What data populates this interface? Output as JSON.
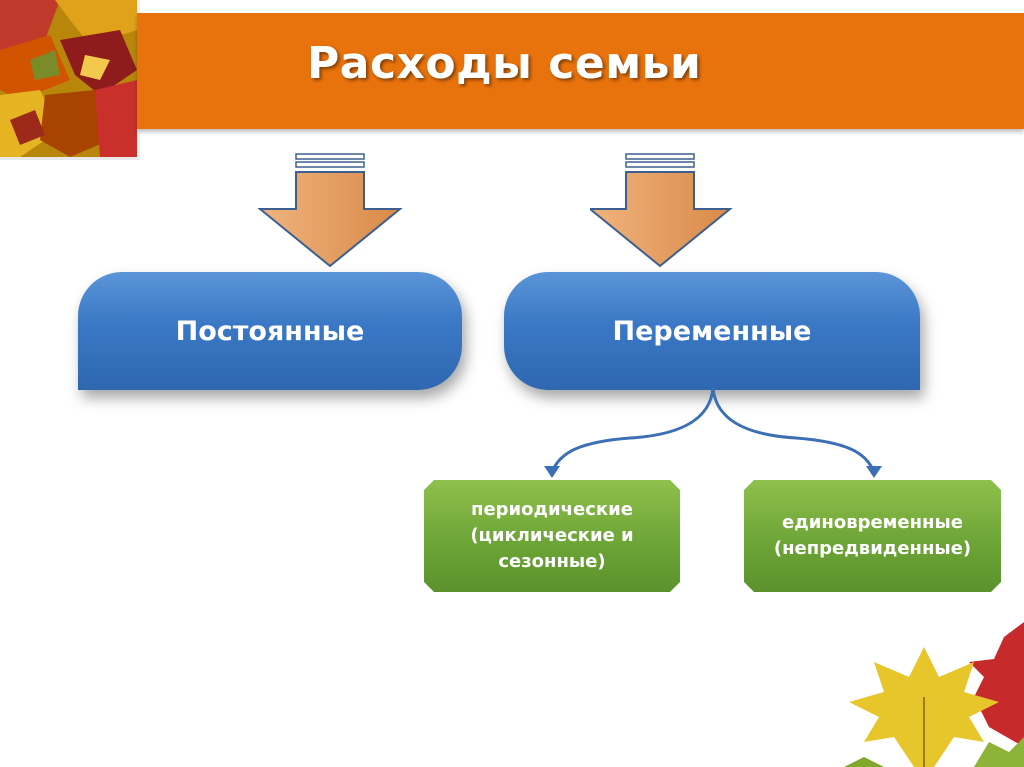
{
  "title": "Расходы семьи",
  "categories": [
    {
      "label": "Постоянные"
    },
    {
      "label": "Переменные"
    }
  ],
  "subcategories": [
    {
      "line1": "периодические",
      "line2": "(циклические и",
      "line3": "сезонные)"
    },
    {
      "line1": "единовременные",
      "line2": "(непредвиденные)"
    }
  ],
  "colors": {
    "header": "#e8720c",
    "category_fill": "#3a78c5",
    "subcategory_fill": "#6da537",
    "arrow_fill": "#e8a36a",
    "connector": "#3d6fb5"
  }
}
